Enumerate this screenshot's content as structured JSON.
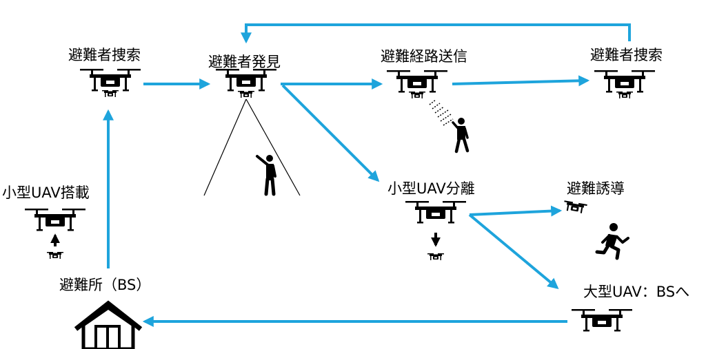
{
  "labels": {
    "search_left": "避難者捜索",
    "found": "避難者発見",
    "route_send": "避難経路送信",
    "search_right": "避難者捜索",
    "small_load": "小型UAV搭載",
    "small_sep": "小型UAV分離",
    "guide": "避難誘導",
    "shelter": "避難所（BS）",
    "large_to_bs": "大型UAV：BSへ"
  },
  "colors": {
    "arrow": "#1ea4dc",
    "ink": "#000000"
  },
  "icons": [
    "drone-icon",
    "small-drone-icon",
    "person-icon",
    "running-person-icon",
    "house-icon",
    "signal-waves-icon"
  ]
}
